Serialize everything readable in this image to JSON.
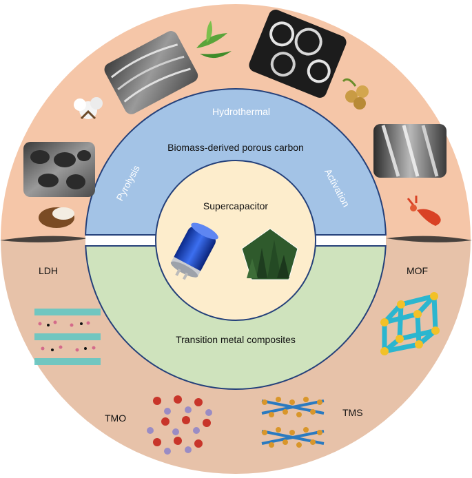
{
  "colors": {
    "outer_top": "#f5c6a8",
    "outer_bottom": "#e7c2a9",
    "blue_ring": "#a3c3e6",
    "green_ring": "#cfe3bd",
    "center": "#fdedcc",
    "ring_stroke": "#24407a"
  },
  "center": {
    "title": "Supercapacitor",
    "icons": [
      "capacitor-image",
      "forest-pentagon-image"
    ]
  },
  "upper_ring": {
    "title": "Biomass-derived porous carbon",
    "methods": [
      "Hydrothermal",
      "Pyrolysis",
      "Activation"
    ]
  },
  "lower_ring": {
    "title": "Transition metal composites"
  },
  "outer_labels": {
    "ldh": "LDH",
    "mof": "MOF",
    "tmo": "TMO",
    "tms": "TMS"
  },
  "outer_images": [
    "porous-carbon-sem-left",
    "layered-carbon-sem",
    "bamboo-leaves",
    "macroporous-carbon-sem",
    "longan-fruit",
    "fibrous-carbon-sem",
    "cotton-boll",
    "coconut",
    "crayfish",
    "ldh-crystal-structure",
    "mof-framework-structure",
    "tmo-crystal-structure",
    "tms-crystal-structure"
  ]
}
